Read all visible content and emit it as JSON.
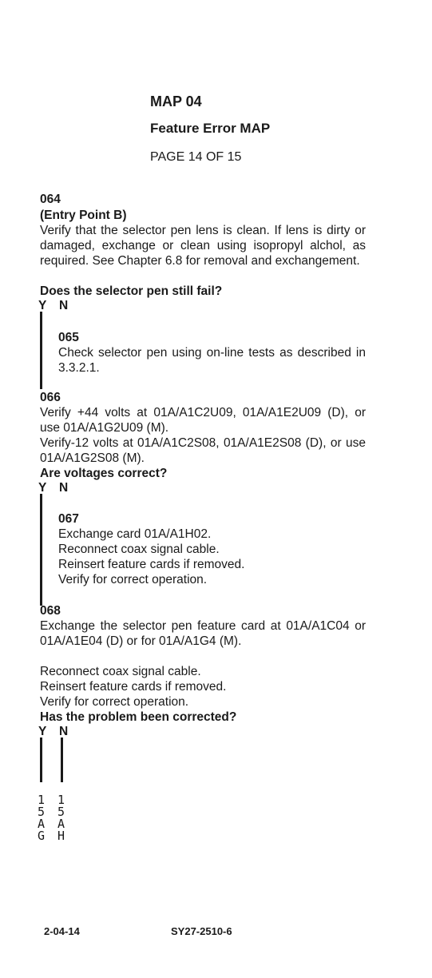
{
  "header": {
    "map_title": "MAP 04",
    "map_name": "Feature Error MAP",
    "page": "PAGE  14 OF  15"
  },
  "steps": {
    "s064": {
      "number": "064",
      "entry": "(Entry Point B)",
      "text": "Verify that the selector pen lens is clean.  If lens is dirty or damaged, exchange or clean using isopropyl alchol, as required.  See Chapter 6.8 for removal and exchangement.",
      "question": "Does the selector pen still fail?"
    },
    "s065": {
      "number": "065",
      "text": "Check selector pen using on-line tests as described in 3.3.2.1."
    },
    "s066": {
      "number": "066",
      "text1": "Verify +44 volts at 01A/A1C2U09, 01A/A1E2U09 (D), or use 01A/A1G2U09 (M).",
      "text2": "Verify-12 volts at 01A/A1C2S08, 01A/A1E2S08 (D), or use 01A/A1G2S08 (M).",
      "question": "Are voltages correct?"
    },
    "s067": {
      "number": "067",
      "lines": [
        "Exchange card 01A/A1H02.",
        "Reconnect coax signal cable.",
        "Reinsert feature cards if removed.",
        "Verify for correct operation."
      ]
    },
    "s068": {
      "number": "068",
      "text": "Exchange the selector pen feature card at 01A/A1C04 or 01A/A1E04 (D) or for 01A/A1G4 (M).",
      "lines": [
        "Reconnect coax signal cable.",
        "Reinsert feature cards if removed.",
        "Verify for correct operation."
      ],
      "question": "Has the problem been corrected?"
    }
  },
  "branch": {
    "yes": "Y",
    "no": "N"
  },
  "offpage": {
    "left": [
      "1",
      "5",
      "A",
      "G"
    ],
    "right": [
      "1",
      "5",
      "A",
      "H"
    ]
  },
  "footer": {
    "page_id": "2-04-14",
    "doc_id": "SY27-2510-6"
  }
}
